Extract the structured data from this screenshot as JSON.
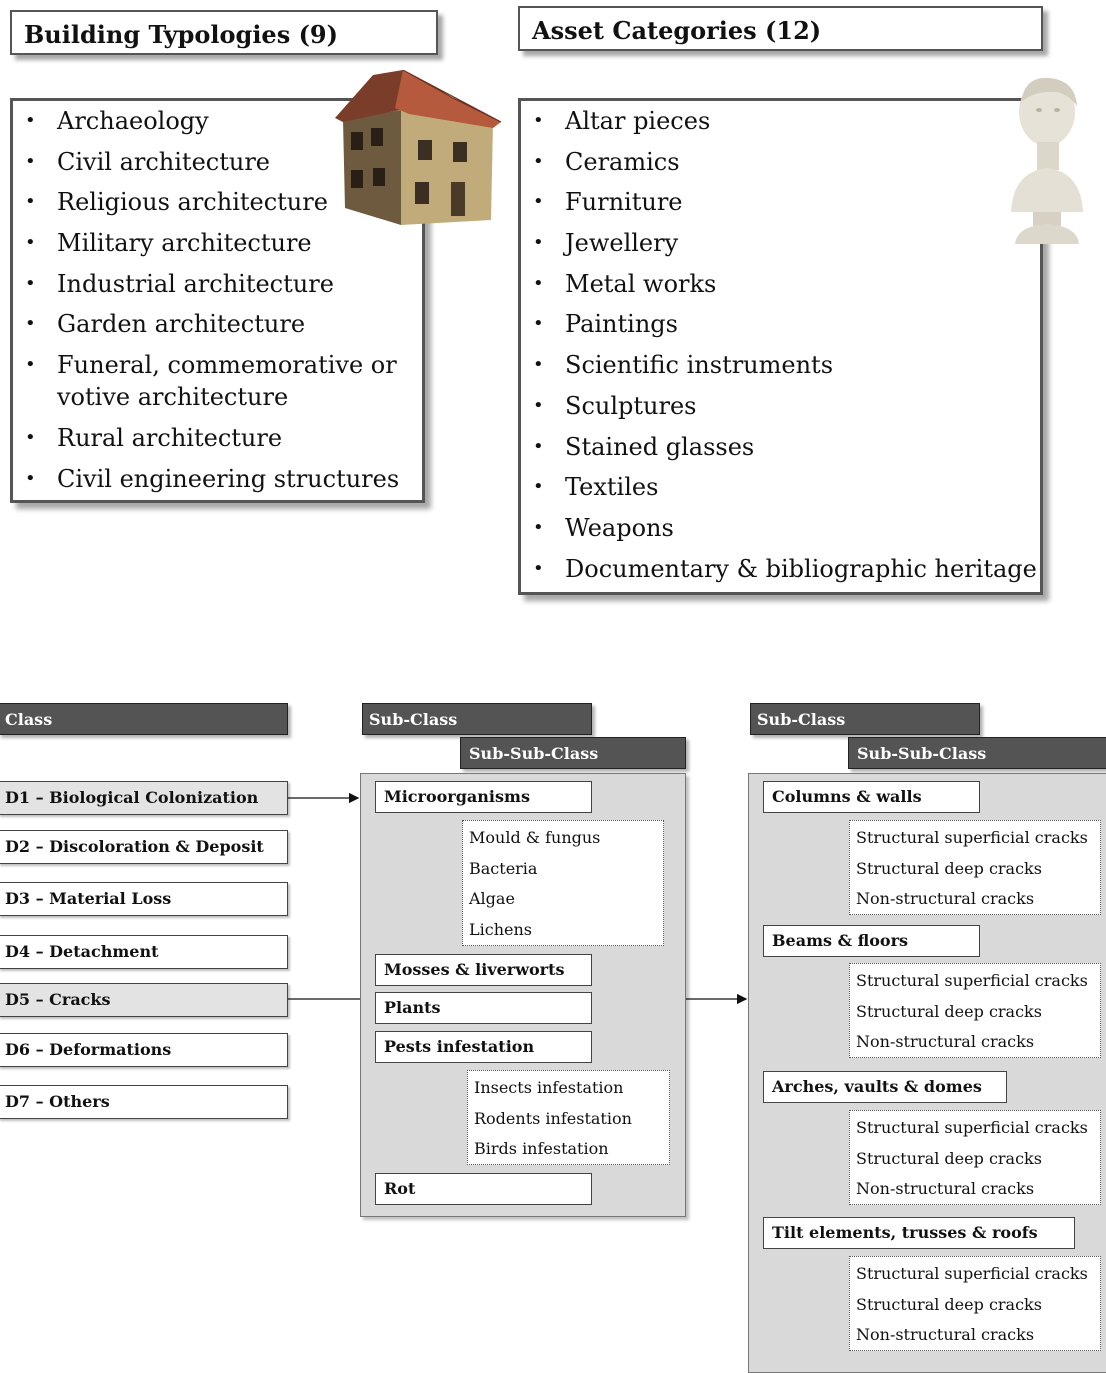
{
  "building": {
    "title": "Building Typologies (9)",
    "items": [
      "Archaeology",
      "Civil architecture",
      "Religious architecture",
      "Military architecture",
      "Industrial architecture",
      "Garden architecture",
      "Funeral, commemorative or votive architecture",
      "Rural architecture",
      "Civil engineering structures"
    ]
  },
  "assets": {
    "title": "Asset Categories (12)",
    "items": [
      "Altar pieces",
      "Ceramics",
      "Furniture",
      "Jewellery",
      "Metal works",
      "Paintings",
      "Scientific instruments",
      "Sculptures",
      "Stained glasses",
      "Textiles",
      "Weapons",
      "Documentary & bibliographic heritage"
    ]
  },
  "diagram": {
    "class_header": "Class",
    "sub_class_header": "Sub-Class",
    "sub_sub_class_header": "Sub-Sub-Class",
    "classes": [
      "D1 – Biological Colonization",
      "D2 – Discoloration & Deposit",
      "D3 – Material Loss",
      "D4 – Detachment",
      "D5 – Cracks",
      "D6 – Deformations",
      "D7 – Others"
    ],
    "bio": {
      "microorganisms": "Microorganisms",
      "microorganisms_list": [
        "Mould & fungus",
        "Bacteria",
        "Algae",
        "Lichens"
      ],
      "mosses": "Mosses & liverworts",
      "plants": "Plants",
      "pests": "Pests infestation",
      "pests_list": [
        "Insects infestation",
        "Rodents infestation",
        "Birds infestation"
      ],
      "rot": "Rot"
    },
    "cracks": {
      "groups": [
        {
          "label": "Columns & walls",
          "items": [
            "Structural superficial cracks",
            "Structural deep cracks",
            "Non-structural cracks"
          ]
        },
        {
          "label": "Beams & floors",
          "items": [
            "Structural superficial cracks",
            "Structural deep cracks",
            "Non-structural cracks"
          ]
        },
        {
          "label": "Arches, vaults & domes",
          "items": [
            "Structural superficial cracks",
            "Structural deep cracks",
            "Non-structural cracks"
          ]
        },
        {
          "label": "Tilt elements, trusses & roofs",
          "items": [
            "Structural superficial cracks",
            "Structural deep cracks",
            "Non-structural cracks"
          ]
        }
      ]
    }
  },
  "icons": {
    "house": "house-icon",
    "bust": "statue-bust-icon"
  }
}
